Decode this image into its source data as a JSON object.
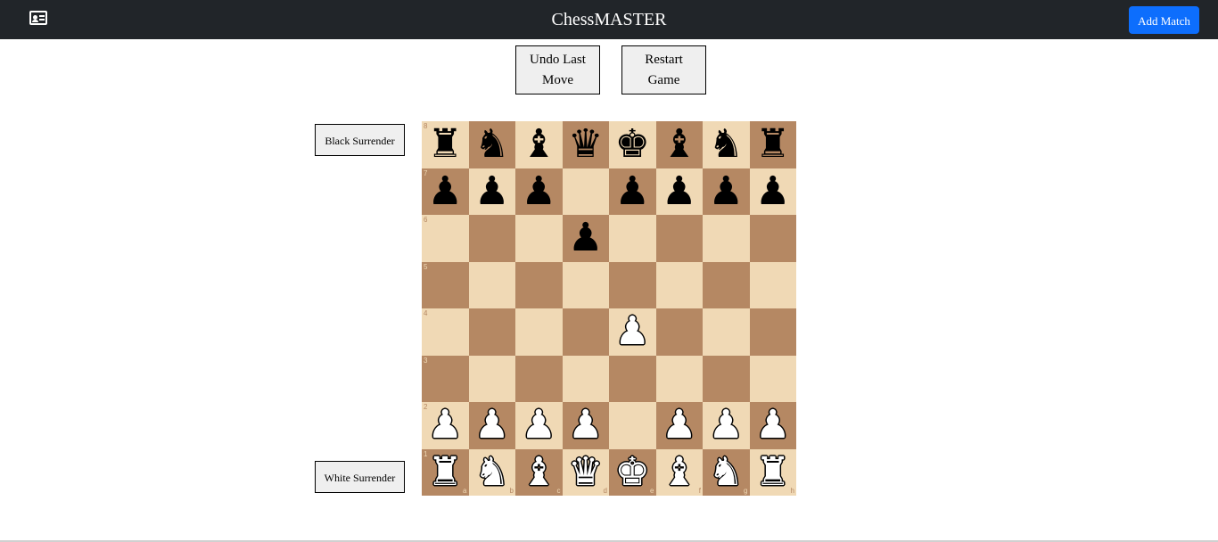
{
  "navbar": {
    "icon": "contact-card-icon",
    "title": "ChessMASTER",
    "add_match_label": "Add Match"
  },
  "controls": {
    "undo_label": "Undo Last Move",
    "restart_label": "Restart Game"
  },
  "surrender": {
    "black_label": "Black Surrender",
    "white_label": "White Surrender"
  },
  "board": {
    "colors": {
      "light": "#f0d9b5",
      "dark": "#b58863"
    },
    "files": [
      "a",
      "b",
      "c",
      "d",
      "e",
      "f",
      "g",
      "h"
    ],
    "ranks": [
      "8",
      "7",
      "6",
      "5",
      "4",
      "3",
      "2",
      "1"
    ],
    "position": [
      [
        "br",
        "bn",
        "bb",
        "bq",
        "bk",
        "bb",
        "bn",
        "br"
      ],
      [
        "bp",
        "bp",
        "bp",
        "",
        "bp",
        "bp",
        "bp",
        "bp"
      ],
      [
        "",
        "",
        "",
        "bp",
        "",
        "",
        "",
        ""
      ],
      [
        "",
        "",
        "",
        "",
        "",
        "",
        "",
        ""
      ],
      [
        "",
        "",
        "",
        "",
        "wp",
        "",
        "",
        ""
      ],
      [
        "",
        "",
        "",
        "",
        "",
        "",
        "",
        ""
      ],
      [
        "wp",
        "wp",
        "wp",
        "wp",
        "",
        "wp",
        "wp",
        "wp"
      ],
      [
        "wr",
        "wn",
        "wb",
        "wq",
        "wk",
        "wb",
        "wn",
        "wr"
      ]
    ]
  }
}
